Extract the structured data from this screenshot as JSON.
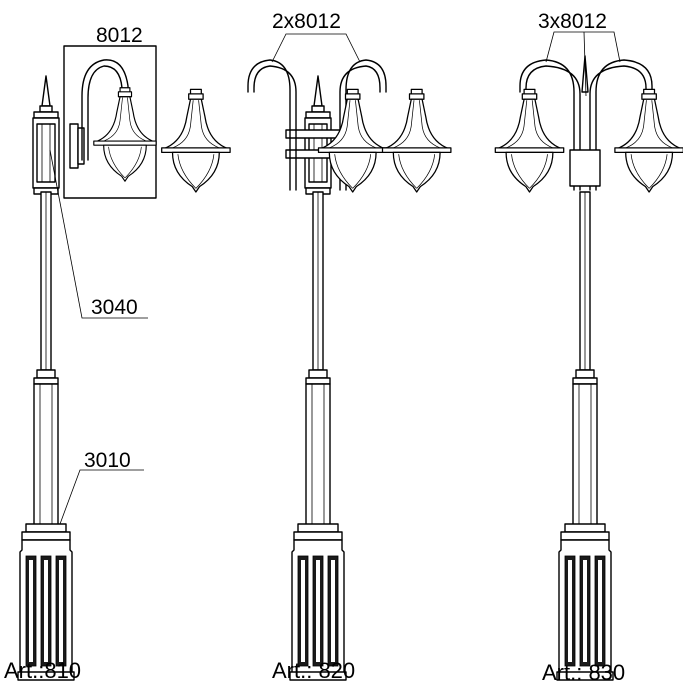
{
  "drawing": {
    "lamp_810": {
      "label_lantern": "8012",
      "label_top": "3040",
      "label_base": "3010",
      "article": "Art.:810"
    },
    "lamp_820": {
      "label_lanterns": "2x8012",
      "article": "Art.: 820"
    },
    "lamp_830": {
      "label_lanterns": "3x8012",
      "article": "Art.: 830"
    }
  }
}
